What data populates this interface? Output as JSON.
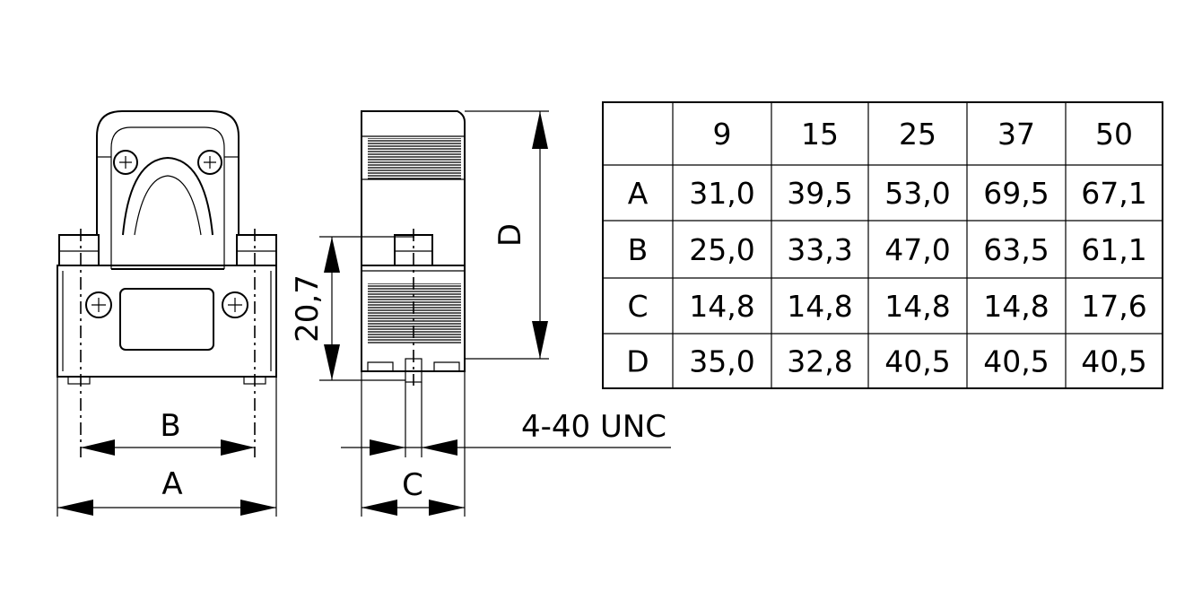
{
  "labels": {
    "A": "A",
    "B": "B",
    "C": "C",
    "D": "D",
    "height": "20,7",
    "thread": "4-40 UNC"
  },
  "table": {
    "header": [
      "",
      "9",
      "15",
      "25",
      "37",
      "50"
    ],
    "rows": [
      [
        "A",
        "31,0",
        "39,5",
        "53,0",
        "69,5",
        "67,1"
      ],
      [
        "B",
        "25,0",
        "33,3",
        "47,0",
        "63,5",
        "61,1"
      ],
      [
        "C",
        "14,8",
        "14,8",
        "14,8",
        "14,8",
        "17,6"
      ],
      [
        "D",
        "35,0",
        "32,8",
        "40,5",
        "40,5",
        "40,5"
      ]
    ]
  }
}
